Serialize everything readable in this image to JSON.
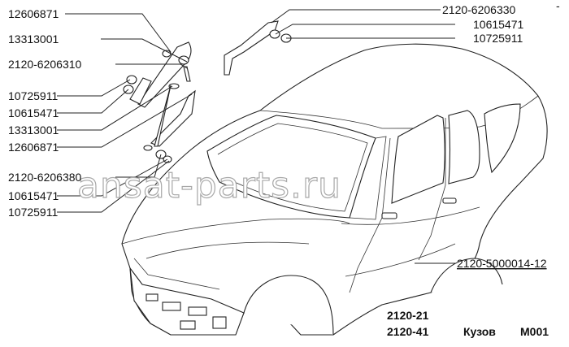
{
  "labels_left": [
    "12606871",
    "13313001",
    "2120-6206310",
    "10725911",
    "10615471",
    "13313001",
    "12606871",
    "2120-6206380",
    "10615471",
    "10725911"
  ],
  "labels_right": [
    "2120-6206330",
    "10615471",
    "10725911"
  ],
  "body_label": "2120-5000014-12",
  "model_1": "2120-21",
  "model_2": "2120-41",
  "section_title": "Кузов",
  "code": "M001",
  "watermark": "ansat-parts.ru",
  "corner_mark": "-"
}
